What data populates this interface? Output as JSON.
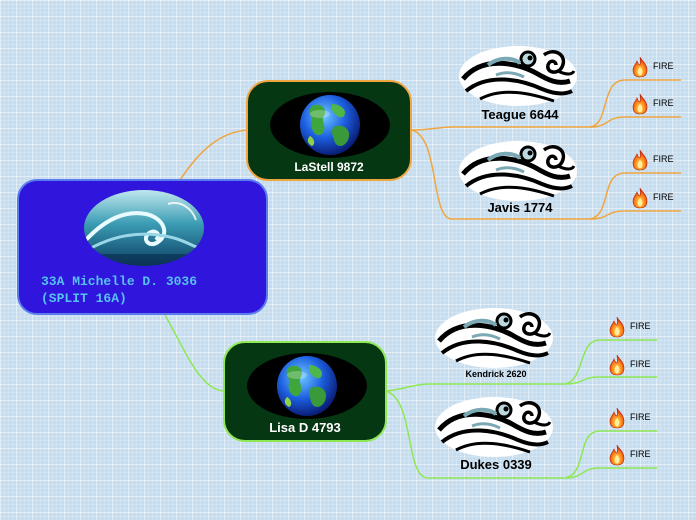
{
  "root": {
    "title": "33A Michelle D. 3036\n(SPLIT 16A)"
  },
  "branches": [
    {
      "label": "LaStell 9872",
      "color": "#f0a640",
      "children": [
        {
          "label": "Teague 6644",
          "leaves": [
            "FIRE",
            "FIRE"
          ]
        },
        {
          "label": "Javis 1774",
          "leaves": [
            "FIRE",
            "FIRE"
          ]
        }
      ]
    },
    {
      "label": "Lisa D 4793",
      "color": "#8de854",
      "children": [
        {
          "label": "Kendrick 2620",
          "leaves": [
            "FIRE",
            "FIRE"
          ]
        },
        {
          "label": "Dukes 0339",
          "leaves": [
            "FIRE",
            "FIRE"
          ]
        }
      ]
    }
  ],
  "icons": {
    "root": "wave-image",
    "branch": "globe-image",
    "child": "swirl-logo",
    "leaf": "fire-icon"
  }
}
